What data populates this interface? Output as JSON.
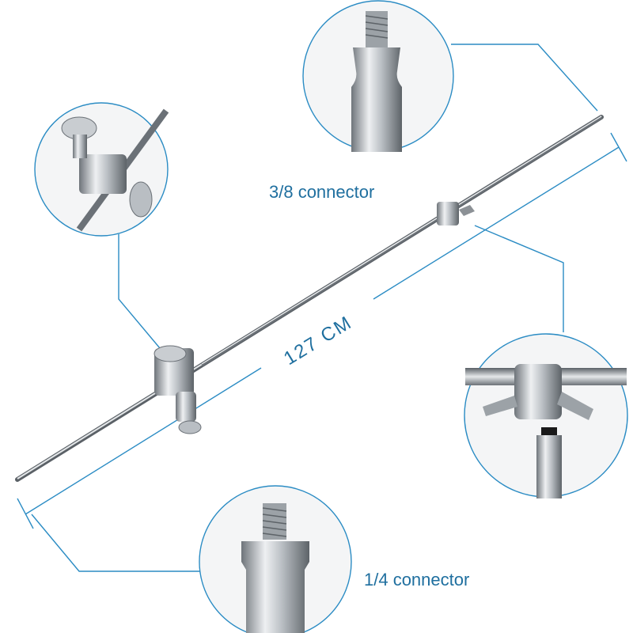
{
  "labels": {
    "connector_38": "3/8 connector",
    "length": "127 CM",
    "connector_14": "1/4 connector"
  },
  "colors": {
    "callout": "#2b8cc4",
    "text": "#1f6f9f",
    "metal": "#a8adb2"
  },
  "icons": [
    "grip-head-detail",
    "threaded-stud-38",
    "mounting-clamp-detail",
    "threaded-stud-14"
  ]
}
